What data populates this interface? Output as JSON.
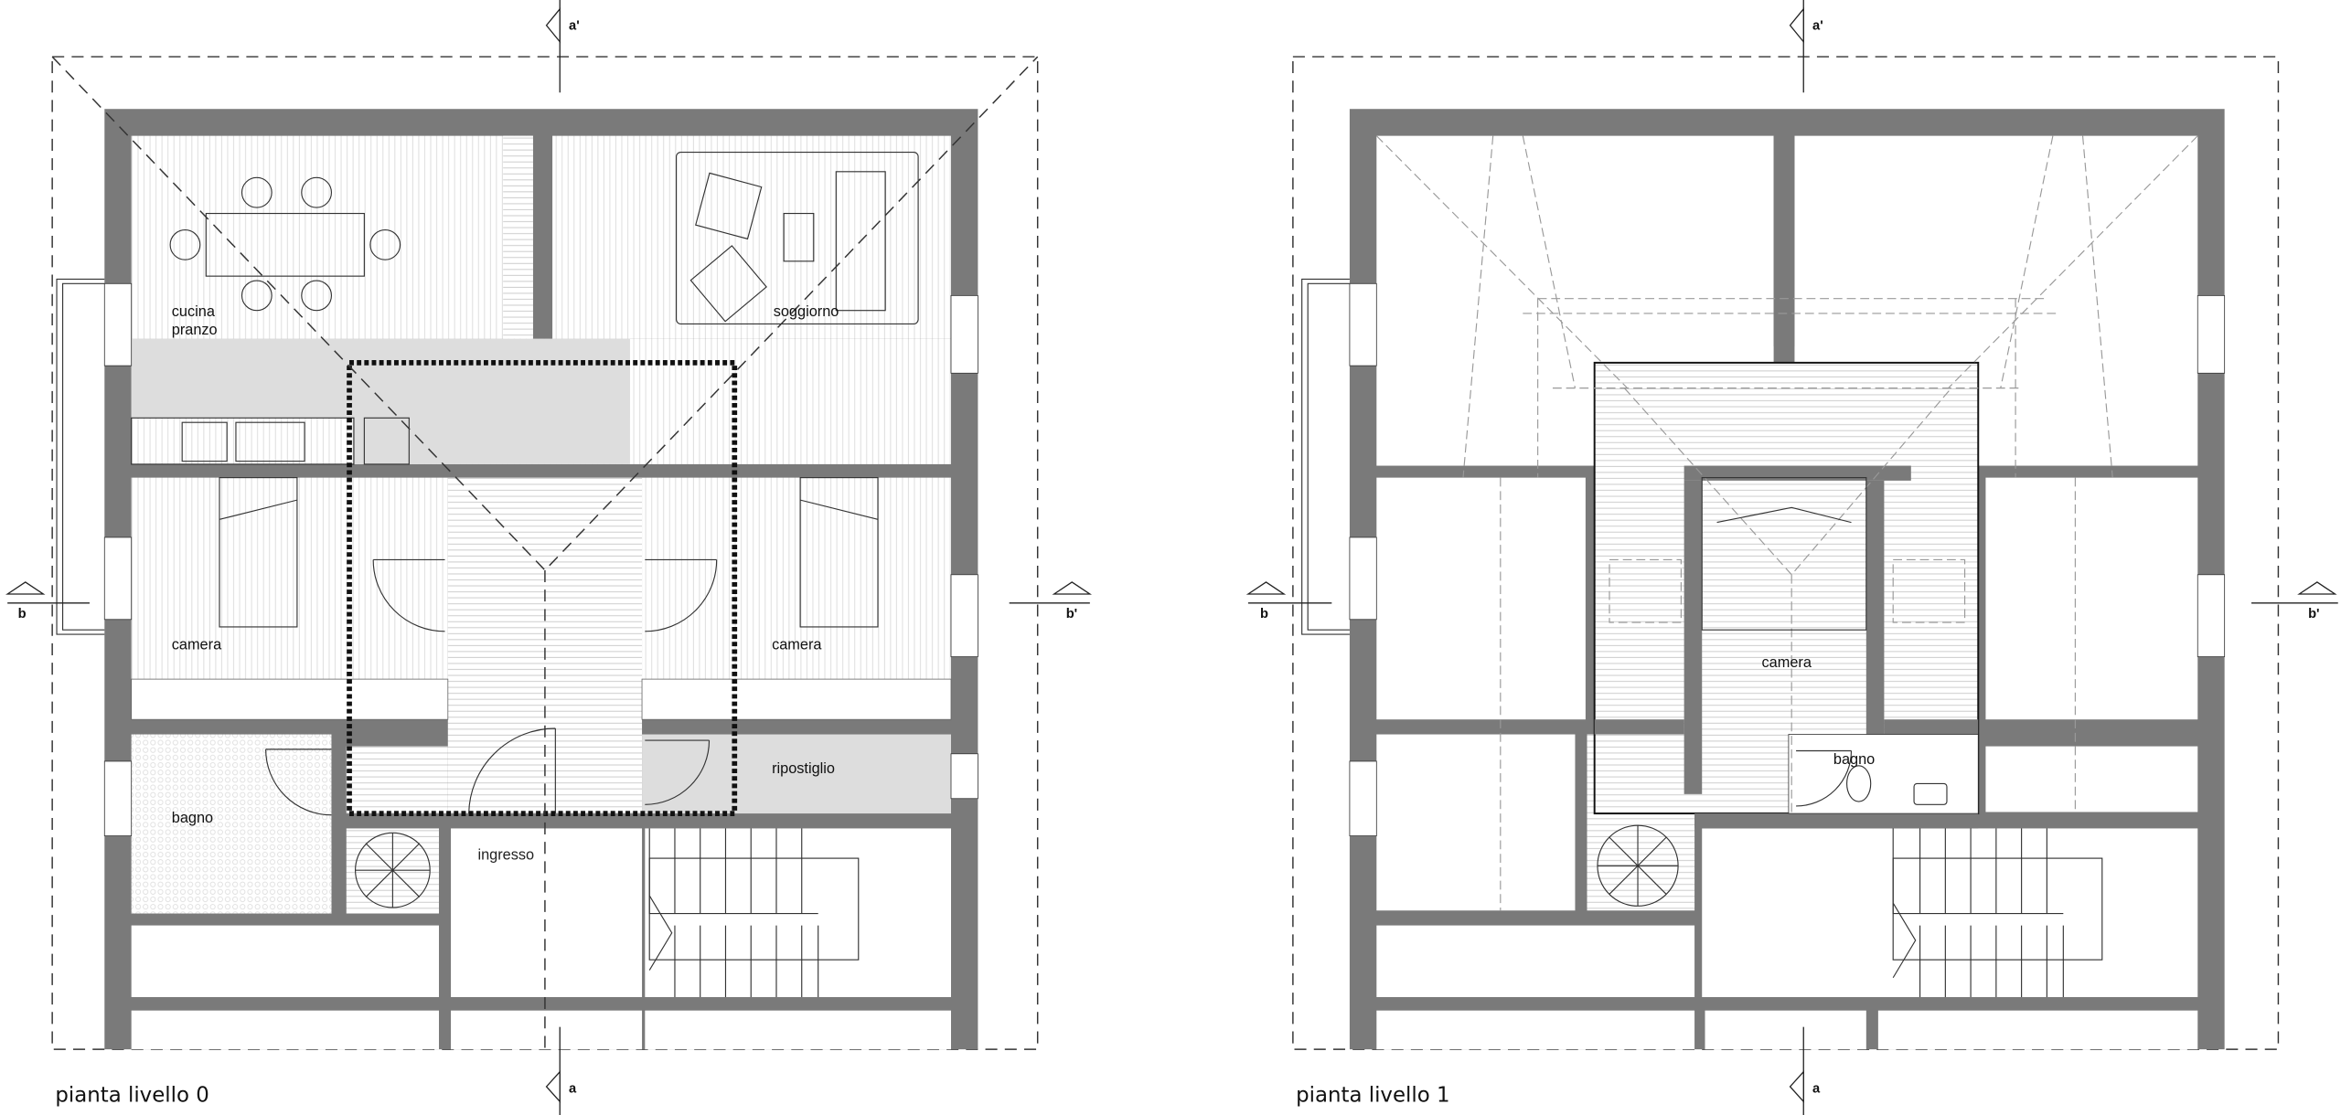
{
  "plans": [
    {
      "title": "pianta livello 0",
      "rooms": {
        "kitchen_1": "cucina",
        "kitchen_2": "pranzo",
        "living": "soggiorno",
        "bedroom_left": "camera",
        "bedroom_right": "camera",
        "bathroom": "bagno",
        "storage": "ripostiglio",
        "entrance": "ingresso"
      }
    },
    {
      "title": "pianta livello 1",
      "rooms": {
        "bedroom": "camera",
        "bathroom": "bagno"
      }
    }
  ],
  "section_markers": {
    "a_top": "a'",
    "a_bottom": "a",
    "b_left": "b",
    "b_right": "b'"
  }
}
